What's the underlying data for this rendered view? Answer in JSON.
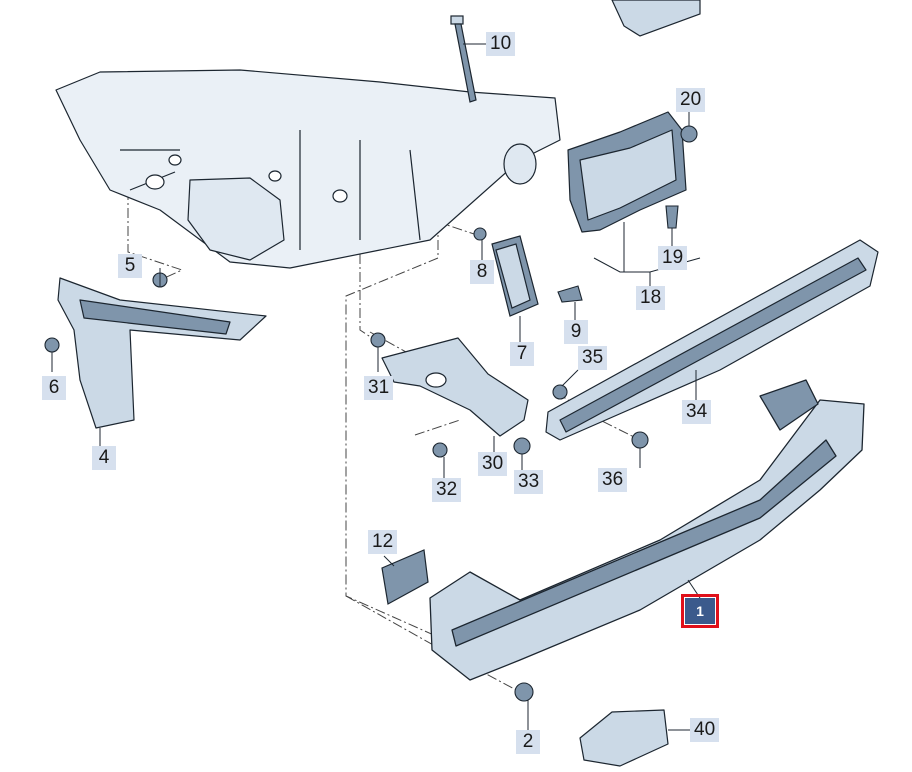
{
  "callouts": {
    "c1": "1",
    "c2": "2",
    "c4": "4",
    "c5": "5",
    "c6": "6",
    "c7": "7",
    "c8": "8",
    "c9": "9",
    "c10": "10",
    "c12": "12",
    "c18": "18",
    "c19": "19",
    "c20": "20",
    "c30": "30",
    "c31": "31",
    "c32": "32",
    "c33": "33",
    "c34": "34",
    "c35": "35",
    "c36": "36",
    "c40": "40"
  },
  "colors": {
    "part_fill": "#cbd9e6",
    "part_dark": "#7f95ab",
    "body_fill": "#eaf0f6",
    "outline": "#1c2630",
    "callout_bg": "#d6e0ee",
    "highlight_bg": "#3b5a8c",
    "highlight_border": "#e0101a"
  },
  "selected_part": "1"
}
